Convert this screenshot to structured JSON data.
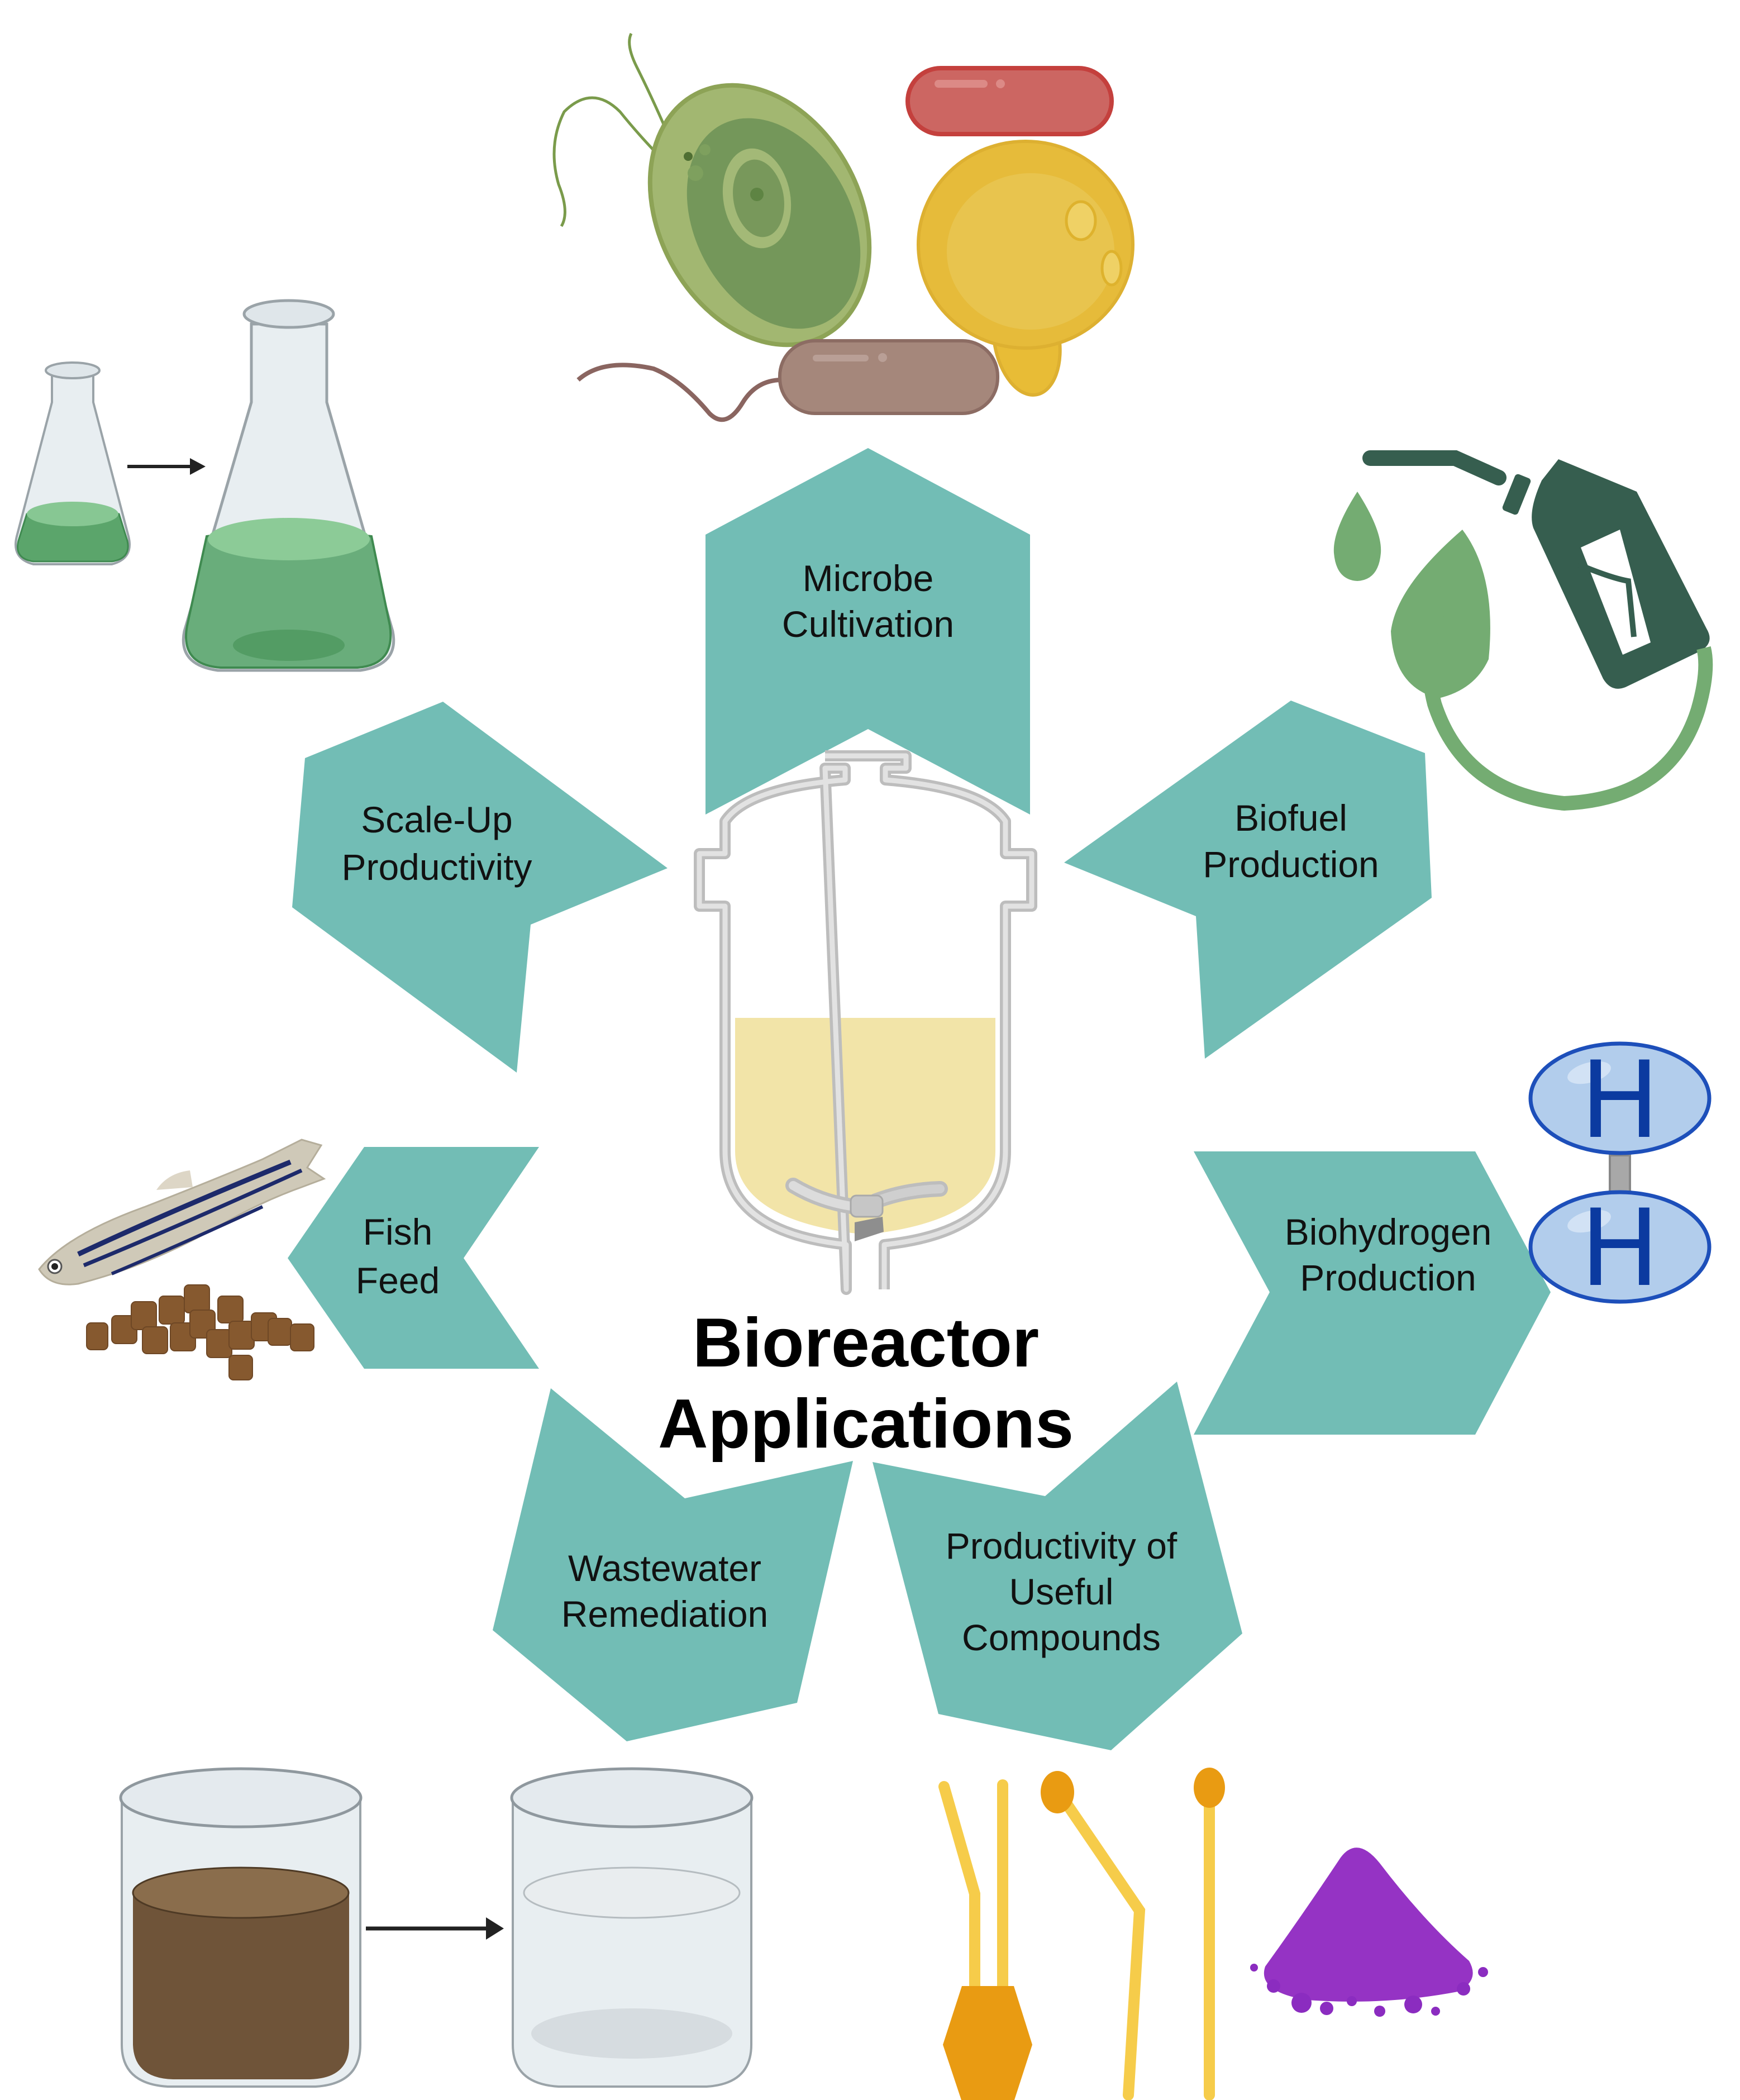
{
  "title": {
    "line1": "Bioreactor",
    "line2": "Applications"
  },
  "colors": {
    "chevron_fill": "#72bdb5",
    "label_text": "#111111",
    "reactor_outline": "#c9c9c9",
    "reactor_liquid": "#f2e4a8",
    "flask_green": "#5aa86c",
    "fuel_dark_green": "#365e4f",
    "fuel_light_green": "#74ac72",
    "hydrogen_fill": "#b2cdec",
    "hydrogen_stroke": "#1d4fba",
    "hydrogen_letter": "#0b3aa0",
    "waste_brown": "#71563a",
    "lipid_yellow": "#f6cc4a",
    "lipid_orange": "#e99b12",
    "powder_purple": "#9533c4"
  },
  "applications": [
    {
      "id": "microbe-cultivation",
      "lines": [
        "Microbe",
        "Cultivation"
      ],
      "illustration": "microorganisms-icon"
    },
    {
      "id": "biofuel-production",
      "lines": [
        "Biofuel",
        "Production"
      ],
      "illustration": "biofuel-pump-icon"
    },
    {
      "id": "biohydrogen-production",
      "lines": [
        "Biohydrogen",
        "Production"
      ],
      "illustration": "hydrogen-molecule-icon"
    },
    {
      "id": "useful-compounds",
      "lines": [
        "Productivity of",
        "Useful",
        "Compounds"
      ],
      "illustration": "lipid-powder-icon"
    },
    {
      "id": "wastewater-remediation",
      "lines": [
        "Wastewater",
        "Remediation"
      ],
      "illustration": "beakers-icon"
    },
    {
      "id": "fish-feed",
      "lines": [
        "Fish",
        "Feed"
      ],
      "illustration": "fish-pellets-icon"
    },
    {
      "id": "scale-up-productivity",
      "lines": [
        "Scale-Up",
        "Productivity"
      ],
      "illustration": "flasks-icon"
    }
  ],
  "hydrogen": {
    "atom_top": "H",
    "atom_bottom": "H"
  }
}
